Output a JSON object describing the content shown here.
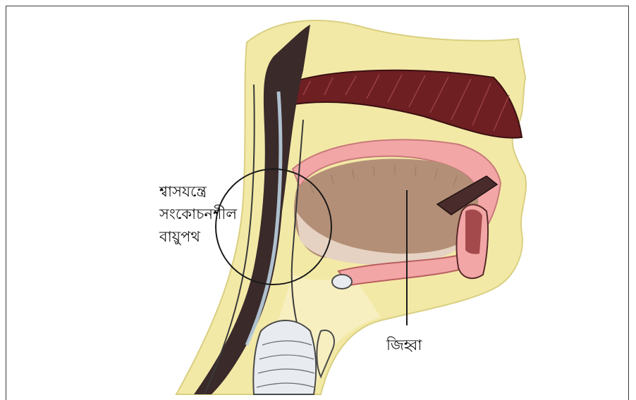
{
  "labels": {
    "airway_line1": "শ্বাসযন্ত্রে",
    "airway_line2": "সংকোচনশীল",
    "airway_line3": "বায়ুপথ",
    "tongue": "জিহ্বা"
  },
  "colors": {
    "skin": "#f3e9a6",
    "muscle": "#7a2528",
    "tissue_pink": "#f3a6a6",
    "tongue_brown": "#b48f77",
    "tongue_light": "#e6d2c3",
    "dark_tissue": "#3a2a2a",
    "highlight_blue": "#bcd0e0",
    "line": "#1a1a1a"
  }
}
